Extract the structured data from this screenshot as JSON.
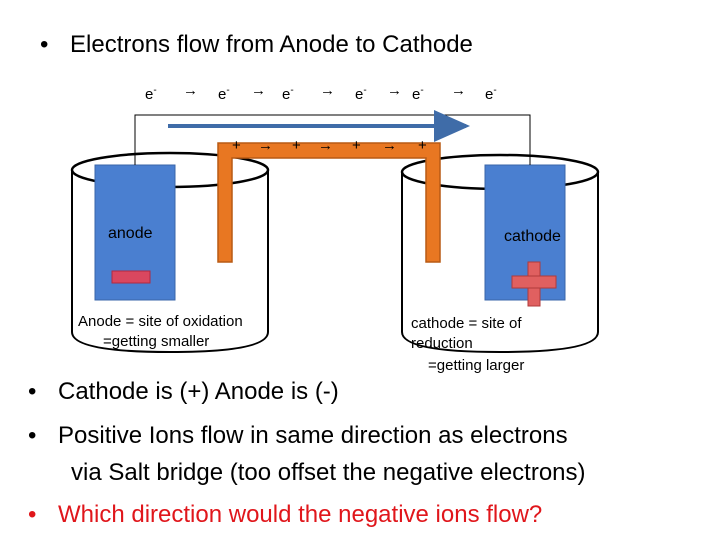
{
  "title": "Electrons flow from Anode to Cathode",
  "electron_flow": [
    "e",
    "e",
    "e",
    "e",
    "e",
    "e"
  ],
  "electron_sign": "-",
  "arrow_glyph": "→",
  "ion_flow": [
    "+",
    "+",
    "+",
    "+"
  ],
  "left_electrode_label": "anode",
  "right_electrode_label": "cathode",
  "anode_note": [
    "Anode = site of oxidation",
    "=getting smaller"
  ],
  "cathode_note": [
    "cathode = site of",
    "reduction",
    "=getting larger"
  ],
  "bullets": [
    "Cathode is (+)   Anode is (-)",
    "Positive Ions flow in same direction as electrons",
    "via Salt bridge (too offset the negative electrons)",
    "Which direction would the negative ions flow?"
  ],
  "colors": {
    "electrode": "#4a7fd0",
    "electrode_light": "#6f9fe6",
    "salt_bridge": "#e87722",
    "salt_bridge_edge": "#b85a14",
    "anode_sign": "#d9475f",
    "cathode_sign": "#e06060",
    "arrow": "#3f6ca8",
    "question": "#e0161b"
  }
}
